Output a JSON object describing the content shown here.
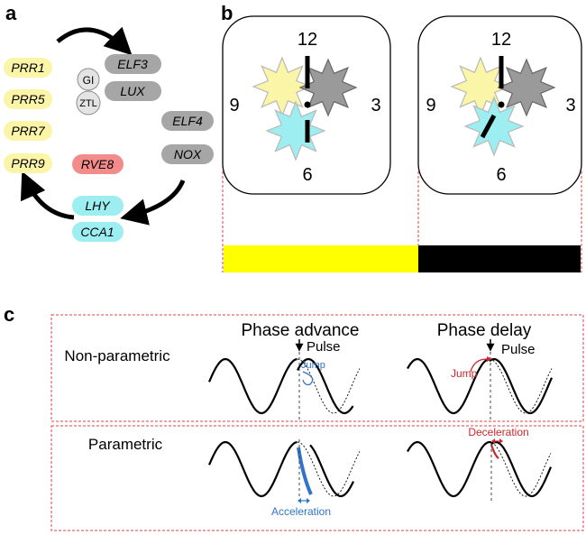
{
  "panel_a": {
    "letter": "a",
    "genes": {
      "prr1": "PRR1",
      "prr5": "PRR5",
      "prr7": "PRR7",
      "prr9": "PRR9",
      "gi": "GI",
      "ztl": "ZTL",
      "elf3": "ELF3",
      "lux": "LUX",
      "elf4": "ELF4",
      "nox": "NOX",
      "rve8": "RVE8",
      "lhy": "LHY",
      "cca1": "CCA1"
    },
    "colors": {
      "prr": "#fbf5a8",
      "grey_gene": "#a6a6a6",
      "light_grey_gene": "#e4e4e4",
      "rve8": "#f48b8b",
      "lhy_cca1": "#9deef1"
    }
  },
  "panel_b": {
    "letter": "b",
    "clocks": [
      {
        "n12": "12",
        "n3": "3",
        "n6": "6",
        "n9": "9"
      },
      {
        "n12": "12",
        "n3": "3",
        "n6": "6",
        "n9": "9"
      }
    ],
    "colors": {
      "yellow_star": "#fbf5a8",
      "grey_star": "#9a9a9a",
      "cyan_star": "#9deef1",
      "light_bar": "#ffff00",
      "dark_bar": "#000000"
    }
  },
  "panel_c": {
    "letter": "c",
    "col_advance": "Phase advance",
    "col_delay": "Phase delay",
    "row_nonparametric": "Non-parametric",
    "row_parametric": "Parametric",
    "pulse_advance": "Pulse",
    "pulse_delay": "Pulse",
    "jump_advance": "Jump",
    "jump_delay": "Jump",
    "acceleration": "Acceleration",
    "deceleration": "Deceleration",
    "colors": {
      "advance": "#2f74c8",
      "delay": "#c8282b",
      "frame": "#e04040"
    }
  }
}
